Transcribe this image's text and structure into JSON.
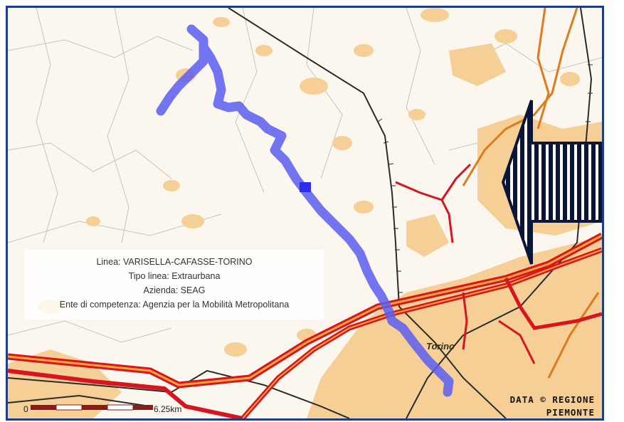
{
  "route": {
    "linea_label": "Linea:",
    "linea_value": "VARISELLA-CAFASSE-TORINO",
    "tipo_label": "Tipo linea:",
    "tipo_value": "Extraurbana",
    "azienda_label": "Azienda:",
    "azienda_value": "SEAG",
    "ente_label": "Ente di competenza:",
    "ente_value": "Agenzia per la Mobilità Metropolitana"
  },
  "map": {
    "city_label": "Torino",
    "credit_line1": "DATA © REGIONE",
    "credit_line2": "PIEMONTE",
    "scale_start": "0",
    "scale_end": "6.25km"
  },
  "colors": {
    "route": "#5b5ef0",
    "motorway": "#e07a1a",
    "main_road": "#d8141f",
    "urban_area": "#f5cf95",
    "railway": "#2b2b2b",
    "arrow": "#0b1538"
  },
  "icons": {
    "nav_arrow": "left-arrow-icon"
  }
}
